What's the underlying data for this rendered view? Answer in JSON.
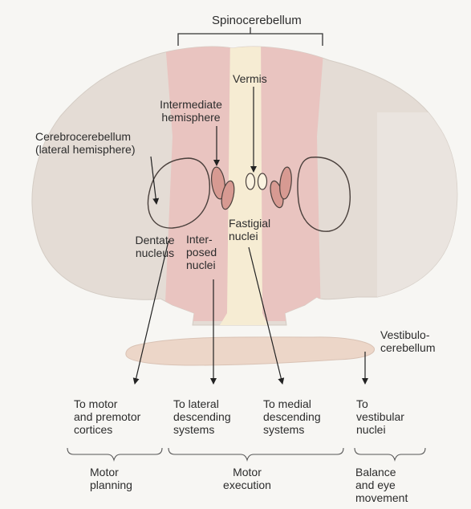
{
  "labels": {
    "spinocerebellum": "Spinocerebellum",
    "vermis": "Vermis",
    "intermediate_hemisphere": "Intermediate\nhemisphere",
    "cerebrocerebellum": "Cerebrocerebellum\n(lateral hemisphere)",
    "fastigial_nuclei": "Fastigial\nnuclei",
    "dentate_nucleus": "Dentate\nnucleus",
    "interposed_nuclei": "Inter-\nposed\nnuclei",
    "vestibulocerebellum": "Vestibulo-\ncerebellum"
  },
  "targets": {
    "motor_premotor": "To motor\nand premotor\ncortices",
    "lateral_descending": "To lateral\ndescending\nsystems",
    "medial_descending": "To medial\ndescending\nsystems",
    "vestibular_nuclei": "To\nvestibular\nnuclei"
  },
  "functions": {
    "motor_planning": "Motor\nplanning",
    "motor_execution": "Motor\nexecution",
    "balance_eye": "Balance\nand eye\nmovement"
  },
  "colors": {
    "background": "#f7f6f3",
    "cerebellum": "#e4dcd5",
    "intermediate": "#e9c4c0",
    "vermis": "#f6ecd3",
    "nuclei": "#d79a92",
    "vestibulo": "#ecd6c8",
    "outline": "#4a403c"
  }
}
